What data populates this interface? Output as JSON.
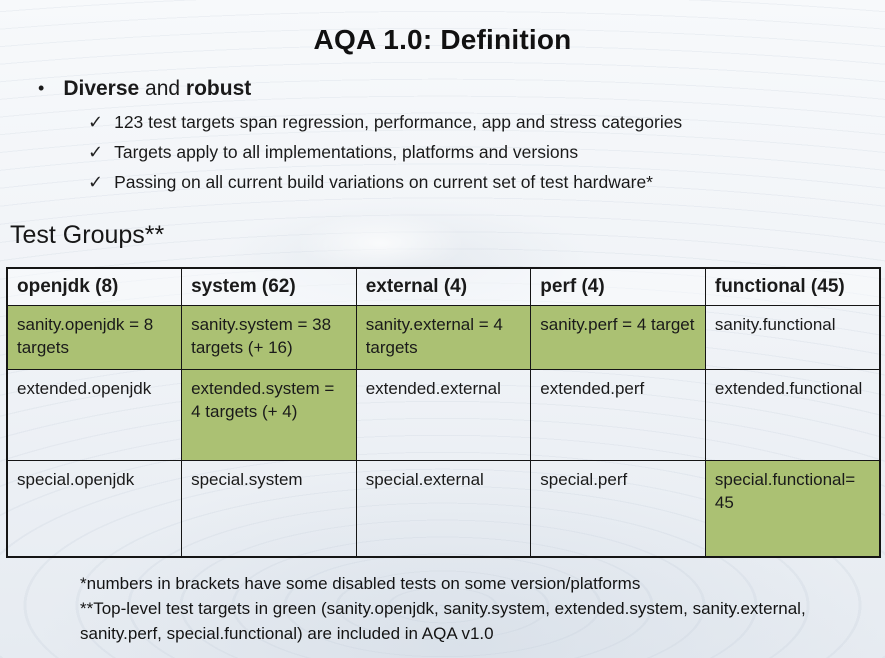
{
  "title": "AQA 1.0: Definition",
  "bullet": {
    "marker": "•",
    "word1": "Diverse",
    "connector": " and ",
    "word2": "robust"
  },
  "checklist": {
    "marker": "✓",
    "items": [
      "123 test targets span regression, performance, app and stress categories",
      "Targets apply to all implementations, platforms and versions",
      "Passing on all current build variations on current set of test hardware*"
    ]
  },
  "section_heading": "Test Groups**",
  "table": {
    "headers": [
      "openjdk (8)",
      "system (62)",
      "external (4)",
      "perf (4)",
      "functional (45)"
    ],
    "rows": [
      {
        "name": "sanity",
        "cells": [
          {
            "text": "sanity.openjdk = 8 targets",
            "green": true
          },
          {
            "text": "sanity.system = 38 targets  (+ 16)",
            "green": true
          },
          {
            "text": "sanity.external = 4 targets",
            "green": true
          },
          {
            "text": "sanity.perf = 4 target",
            "green": true
          },
          {
            "text": "sanity.functional",
            "green": false
          }
        ]
      },
      {
        "name": "extended",
        "cells": [
          {
            "text": "extended.openjdk",
            "green": false
          },
          {
            "text": "extended.system = 4 targets (+ 4)",
            "green": true
          },
          {
            "text": "extended.external",
            "green": false
          },
          {
            "text": "extended.perf",
            "green": false
          },
          {
            "text": "extended.functional",
            "green": false
          }
        ]
      },
      {
        "name": "special",
        "cells": [
          {
            "text": "special.openjdk",
            "green": false
          },
          {
            "text": "special.system",
            "green": false
          },
          {
            "text": "special.external",
            "green": false
          },
          {
            "text": "special.perf",
            "green": false
          },
          {
            "text": "special.functional= 45",
            "green": true
          }
        ]
      }
    ]
  },
  "footnotes": [
    "*numbers in brackets have some disabled tests on some version/platforms",
    "**Top-level test targets in green (sanity.openjdk, sanity.system, extended.system, sanity.external, sanity.perf, special.functional) are included in AQA v1.0"
  ],
  "colors": {
    "highlight_green": "#ABC173"
  }
}
